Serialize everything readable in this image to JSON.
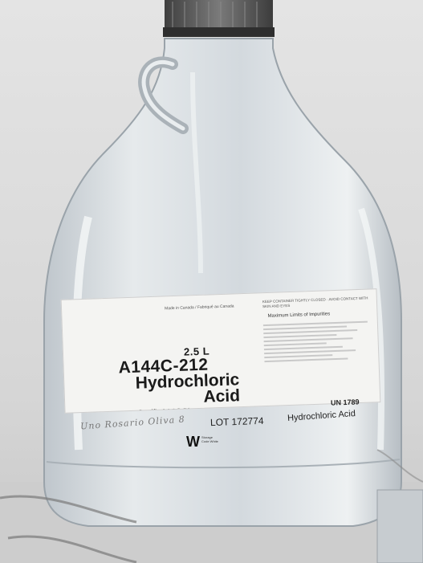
{
  "label": {
    "made_in": "Made in Canada / Fabriqué au Canada",
    "volume": "2.5 L",
    "catalog_number": "A144C-212",
    "chemical_name_line1": "Hydrochloric",
    "chemical_name_line2": "Acid",
    "grade": "Certified ACS Plus",
    "lot": "LOT 172774",
    "un_number": "UN 1789",
    "chemical_name_small": "Hydrochloric Acid",
    "storage_code": "W",
    "storage_text": "Storage Code White",
    "max_limits_heading": "Maximum Limits of Impurities",
    "warning_header": "KEEP CONTAINER TIGHTLY CLOSED · AVOID CONTACT WITH SKIN AND EYES"
  },
  "handwriting": "Uno Rosario Oliva 8",
  "colors": {
    "background": "#d9d9d9",
    "cap": "#5a5a5a",
    "label": "#f4f4f2",
    "glass": "#cfd6dc"
  }
}
